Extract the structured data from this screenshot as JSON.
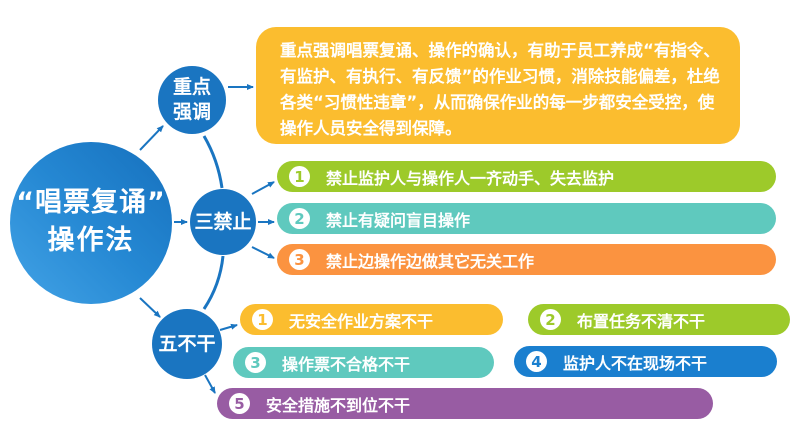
{
  "title": {
    "line1": "“唱票复诵”",
    "line2": "操作法"
  },
  "nodes": {
    "emphasis": {
      "line1": "重点",
      "line2": "强调"
    },
    "three_prohibitions": {
      "label": "三禁止"
    },
    "five_donts": {
      "label": "五不干"
    }
  },
  "callout": {
    "text": "重点强调唱票复诵、操作的确认，有助于员工养成“有指令、有监护、有执行、有反馈”的作业习惯，消除技能偏差，杜绝各类“习惯性违章”，从而确保作业的每一步都安全受控，使操作人员安全得到保障。",
    "color": "#fbbd2f"
  },
  "three_prohibitions": [
    {
      "num": "1",
      "text": "禁止监护人与操作人一齐动手、失去监护",
      "color": "#9dca2a"
    },
    {
      "num": "2",
      "text": "禁止有疑问盲目操作",
      "color": "#5fc9be"
    },
    {
      "num": "3",
      "text": "禁止边操作边做其它无关工作",
      "color": "#fb9340"
    }
  ],
  "five_donts": [
    {
      "num": "1",
      "text": "无安全作业方案不干",
      "color": "#fbbd2f"
    },
    {
      "num": "2",
      "text": "布置任务不清不干",
      "color": "#9dca2a"
    },
    {
      "num": "3",
      "text": "操作票不合格不干",
      "color": "#5fc9be"
    },
    {
      "num": "4",
      "text": "监护人不在现场不干",
      "color": "#1a7fcf"
    },
    {
      "num": "5",
      "text": "安全措施不到位不干",
      "color": "#985ca3"
    }
  ],
  "colors": {
    "node_blue": "#1a75c1",
    "connector": "#1a75c1"
  }
}
